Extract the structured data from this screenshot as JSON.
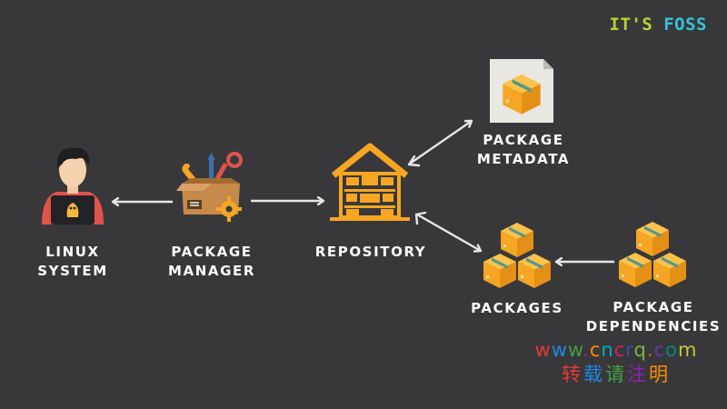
{
  "brand": {
    "its": "IT'S",
    "foss": "FOSS"
  },
  "nodes": {
    "linux_system": {
      "line1": "LINUX",
      "line2": "SYSTEM"
    },
    "package_manager": {
      "line1": "PACKAGE",
      "line2": "MANAGER"
    },
    "repository": {
      "line1": "REPOSITORY"
    },
    "package_metadata": {
      "line1": "PACKAGE",
      "line2": "METADATA"
    },
    "packages": {
      "line1": "PACKAGES"
    },
    "package_dependencies": {
      "line1": "PACKAGE",
      "line2": "DEPENDENCIES"
    }
  },
  "watermark": {
    "url": "www.cncrq.com",
    "cn": "转载请注明"
  },
  "colors": {
    "background": "#38383b",
    "text": "#ffffff",
    "arrow": "#e6e6e6",
    "box": "#f6a623",
    "box_dark": "#d98412",
    "brand_its": "#b7d334",
    "brand_foss": "#35c3d9"
  },
  "icons": [
    "user-icon",
    "toolbox-icon",
    "warehouse-icon",
    "metadata-file-icon",
    "packages-icon",
    "dependencies-icon"
  ]
}
